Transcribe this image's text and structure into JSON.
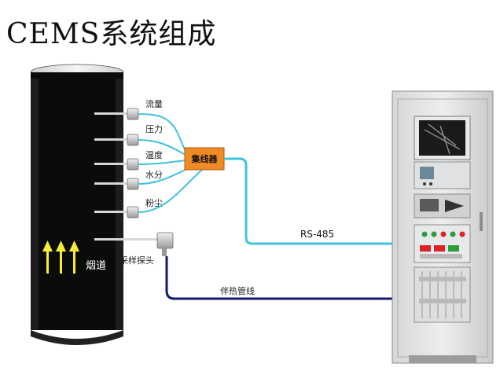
{
  "title": "CEMS系统组成",
  "sensors": [
    {
      "id": "flow",
      "label": "流量"
    },
    {
      "id": "pressure",
      "label": "压力"
    },
    {
      "id": "temperature",
      "label": "温度"
    },
    {
      "id": "moisture",
      "label": "水分"
    },
    {
      "id": "dust",
      "label": "粉尘"
    }
  ],
  "hub_label": "集线器",
  "flue_label": "烟道",
  "probe_label": "采样探头",
  "rs485_label": "RS-485",
  "heated_line_label": "伴热管线",
  "colors": {
    "signal_cable": "#3ec3dc",
    "heated_line": "#16196a",
    "hub_fill": "#f08a24",
    "arrows": "#f4ee3a",
    "flue": "#0b0b0b"
  }
}
